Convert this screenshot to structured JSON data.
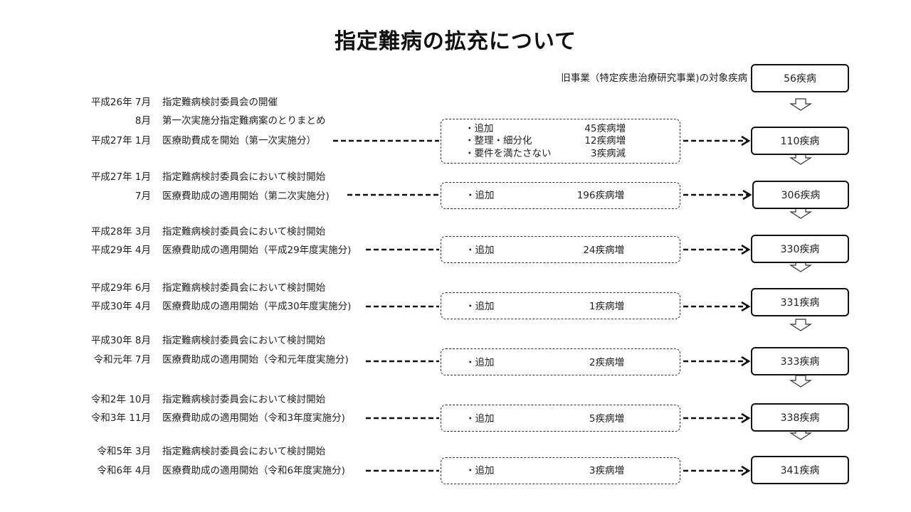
{
  "title": "指定難病の拡充について",
  "header": {
    "label": "旧事業（特定疾患治療研究事業)の対象疾病",
    "count": "56疾病"
  },
  "groups": [
    {
      "lines": [
        {
          "date": "平成26年  7月",
          "text": "指定難病検討委員会の開催"
        },
        {
          "date": "8月",
          "text": "第一次実施分指定難病案のとりまとめ"
        },
        {
          "date": "平成27年  1月",
          "text": "医療助費成を開始（第一次実施分）"
        }
      ],
      "changes": [
        {
          "label": "・追加",
          "value": "45疾病増"
        },
        {
          "label": "・整理・細分化",
          "value": "12疾病増"
        },
        {
          "label": "・要件を満たさない",
          "value": "3疾病減"
        }
      ],
      "total": "110疾病"
    },
    {
      "lines": [
        {
          "date": "平成27年  1月",
          "text": "指定難病検討委員会において検討開始"
        },
        {
          "date": "7月",
          "text": "医療費助成の適用開始（第二次実施分)"
        }
      ],
      "changes": [
        {
          "label": "・追加",
          "value": "196疾病増"
        }
      ],
      "total": "306疾病"
    },
    {
      "lines": [
        {
          "date": "平成28年 3月",
          "text": "指定難病検討委員会において検討開始"
        },
        {
          "date": "平成29年 4月",
          "text": "医療費助成の適用開始（平成29年度実施分)"
        }
      ],
      "changes": [
        {
          "label": "・追加",
          "value": "24疾病増"
        }
      ],
      "total": "330疾病"
    },
    {
      "lines": [
        {
          "date": "平成29年 6月",
          "text": "指定難病検討委員会において検討開始"
        },
        {
          "date": "平成30年 4月",
          "text": "医療費助成の適用開始（平成30年度実施分)"
        }
      ],
      "changes": [
        {
          "label": "・追加",
          "value": "1疾病増"
        }
      ],
      "total": "331疾病"
    },
    {
      "lines": [
        {
          "date": "平成30年  8月",
          "text": "指定難病検討委員会において検討開始"
        },
        {
          "date": "令和元年  7月",
          "text": "医療費助成の適用開始（令和元年度実施分)"
        }
      ],
      "changes": [
        {
          "label": "・追加",
          "value": "2疾病増"
        }
      ],
      "total": "333疾病"
    },
    {
      "lines": [
        {
          "date": "令和2年 10月",
          "text": "指定難病検討委員会において検討開始"
        },
        {
          "date": "令和3年 11月",
          "text": "医療費助成の適用開始（令和3年度実施分)"
        }
      ],
      "changes": [
        {
          "label": "・追加",
          "value": "5疾病増"
        }
      ],
      "total": "338疾病"
    },
    {
      "lines": [
        {
          "date": "令和5年   3月",
          "text": "指定難病検討委員会において検討開始"
        },
        {
          "date": "令和6年   4月",
          "text": "医療費助成の適用開始（令和6年度実施分)"
        }
      ],
      "changes": [
        {
          "label": "・追加",
          "value": "3疾病増"
        }
      ],
      "total": "341疾病"
    }
  ]
}
